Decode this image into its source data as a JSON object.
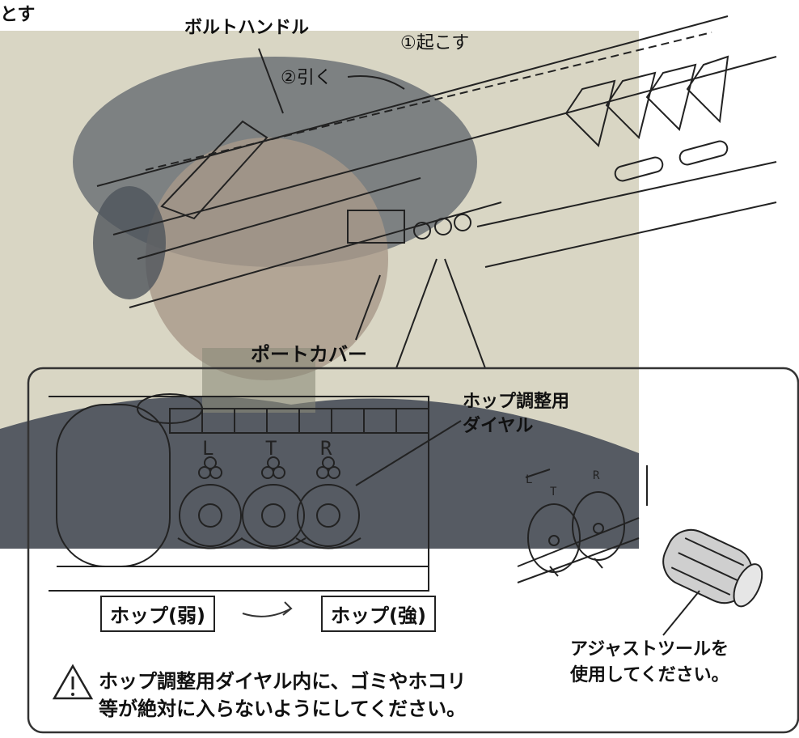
{
  "labels": {
    "corner": "とす",
    "bolt_handle": "ボルトハンドル",
    "step1": "①起こす",
    "step2": "②引く",
    "port_cover": "ポートカバー",
    "hop_dial_line1": "ホップ調整用",
    "hop_dial_line2": "ダイヤル",
    "hop_weak": "ホップ(弱)",
    "hop_strong": "ホップ(強)",
    "tool_line1": "アジャストツールを",
    "tool_line2": "使用してください。",
    "warning_line1": "ホップ調整用ダイヤル内に、ゴミやホコリ",
    "warning_line2": "等が絶対に入らないようにしてください。"
  },
  "dials": [
    "L",
    "T",
    "R"
  ],
  "small_dials": [
    "L",
    "T",
    "R"
  ],
  "colors": {
    "line": "#222222",
    "photo_overlay": "#e9e6d6",
    "photo_tone": "#6f7680",
    "panel_border": "#333333"
  }
}
